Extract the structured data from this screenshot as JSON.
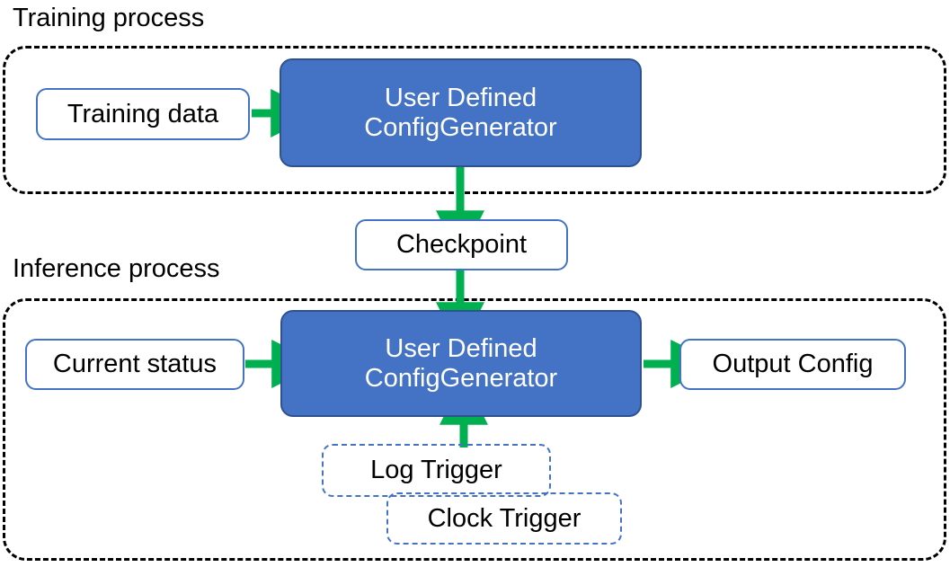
{
  "diagram": {
    "title_training": "Training process",
    "title_inference": "Inference process",
    "colors": {
      "process_fill": "#4472C4",
      "process_stroke": "#2F528F",
      "plain_stroke": "#4472C4",
      "trigger_stroke": "#4472C4",
      "arrow": "#00B050",
      "group_stroke": "#000000",
      "text_dark": "#000000",
      "text_light": "#FFFFFF"
    },
    "sections": [
      {
        "name": "training",
        "label": "Training process"
      },
      {
        "name": "inference",
        "label": "Inference process"
      }
    ],
    "nodes": {
      "training_data": "Training data",
      "training_generator": "User Defined\nConfigGenerator",
      "checkpoint": "Checkpoint",
      "current_status": "Current status",
      "inference_generator": "User Defined\nConfigGenerator",
      "output_config": "Output Config",
      "log_trigger": "Log Trigger",
      "clock_trigger": "Clock Trigger"
    },
    "edges": [
      {
        "name": "training-data-to-generator",
        "from": "Training data",
        "to": "User Defined ConfigGenerator",
        "direction": "right"
      },
      {
        "name": "training-generator-to-checkpoint",
        "from": "User Defined ConfigGenerator",
        "to": "Checkpoint",
        "direction": "down"
      },
      {
        "name": "checkpoint-to-inference-generator",
        "from": "Checkpoint",
        "to": "User Defined ConfigGenerator",
        "direction": "down"
      },
      {
        "name": "current-status-to-generator",
        "from": "Current status",
        "to": "User Defined ConfigGenerator",
        "direction": "right"
      },
      {
        "name": "generator-to-output-config",
        "from": "User Defined ConfigGenerator",
        "to": "Output Config",
        "direction": "right"
      },
      {
        "name": "triggers-to-generator",
        "from": "Log Trigger / Clock Trigger",
        "to": "User Defined ConfigGenerator",
        "direction": "up"
      }
    ]
  }
}
